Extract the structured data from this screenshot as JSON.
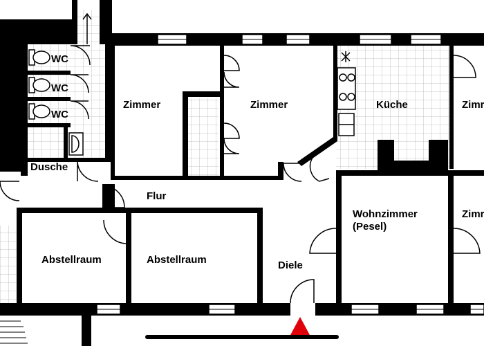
{
  "rooms": {
    "wc1": "WC",
    "wc2": "WC",
    "wc3": "WC",
    "dusche": "Dusche",
    "zimmer1": "Zimmer",
    "zimmer2": "Zimmer",
    "kueche": "Küche",
    "zimmer_right_top": "Zimr",
    "flur": "Flur",
    "wohnzimmer_line1": "Wohnzimmer",
    "wohnzimmer_line2": "(Pesel)",
    "zimmer_right_mid": "Zimr",
    "abstellraum1": "Abstellraum",
    "abstellraum2": "Abstellraum",
    "diele": "Diele"
  },
  "colors": {
    "wall": "#000000",
    "tile_grid": "#b4b4b4",
    "entrance_marker": "#e0000a",
    "window": "#ffffff"
  }
}
